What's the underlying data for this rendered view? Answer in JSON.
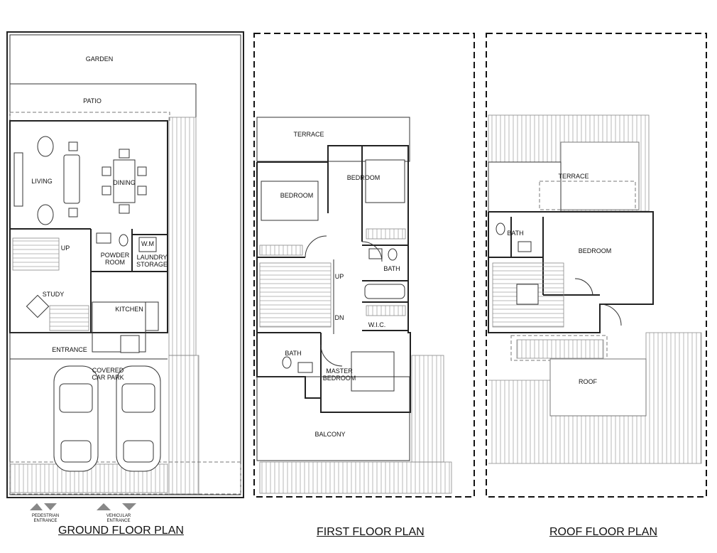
{
  "plans": {
    "ground": {
      "title": "GROUND FLOOR PLAN",
      "rooms": {
        "garden": "GARDEN",
        "patio": "PATIO",
        "living": "LIVING",
        "dining": "DINING",
        "up": "UP",
        "powder_room": "POWDER\nROOM",
        "laundry_storage": "LAUNDRY\nSTORAGE",
        "wm": "W.M",
        "study": "STUDY",
        "kitchen": "KITCHEN",
        "entrance": "ENTRANCE",
        "covered_car_park": "COVERED\nCAR PARK"
      },
      "pedestrian_entrance": "PEDESTRIAN\nENTRANCE",
      "vehicular_entrance": "VEHICULAR\nENTRANCE"
    },
    "first": {
      "title": "FIRST FLOOR PLAN",
      "rooms": {
        "terrace": "TERRACE",
        "bedroom_1": "BEDROOM",
        "bedroom_2": "BEDROOM",
        "bath_1": "BATH",
        "up": "UP",
        "dn": "DN",
        "wic": "W.I.C.",
        "bath_2": "BATH",
        "master_bedroom": "MASTER\nBEDROOM",
        "balcony": "BALCONY"
      }
    },
    "roof": {
      "title": "ROOF FLOOR PLAN",
      "rooms": {
        "terrace": "TERRACE",
        "bath": "BATH",
        "bedroom": "BEDROOM",
        "roof": "ROOF"
      }
    }
  }
}
